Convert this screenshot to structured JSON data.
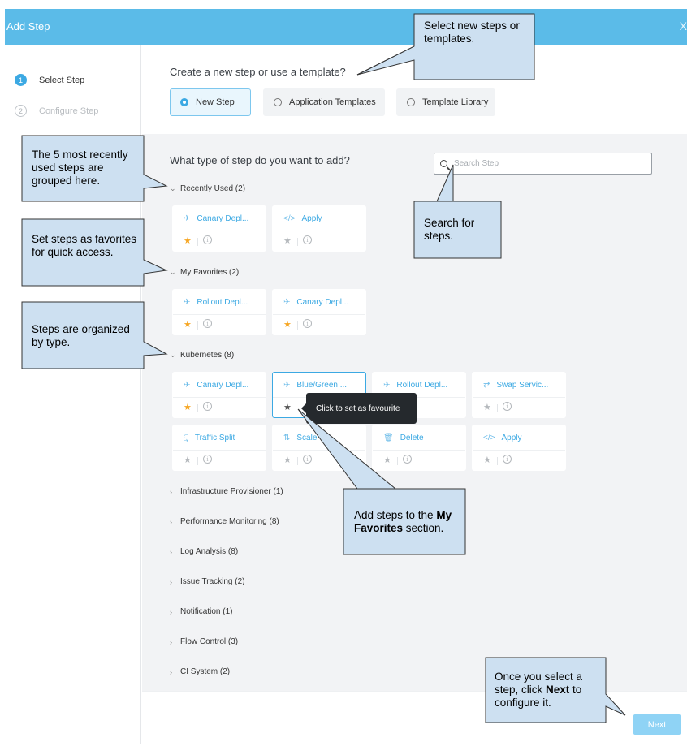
{
  "header": {
    "title": "Add Step",
    "close_glyph": "X"
  },
  "steps": [
    {
      "num": "1",
      "label": "Select Step",
      "active": true
    },
    {
      "num": "2",
      "label": "Configure Step",
      "active": false
    }
  ],
  "create": {
    "question": "Create a new step or use a template?",
    "options": [
      {
        "label": "New Step",
        "selected": true
      },
      {
        "label": "Application Templates",
        "selected": false
      },
      {
        "label": "Template Library",
        "selected": false
      }
    ]
  },
  "library": {
    "question": "What type of step do you want to add?",
    "search_placeholder": "Search Step",
    "sections": [
      {
        "title": "Recently Used (2)",
        "expanded": true
      },
      {
        "title": "My Favorites (2)",
        "expanded": true
      },
      {
        "title": "Kubernetes (8)",
        "expanded": true
      },
      {
        "title": "Infrastructure Provisioner (1)",
        "expanded": false
      },
      {
        "title": "Performance Monitoring (8)",
        "expanded": false
      },
      {
        "title": "Log Analysis (8)",
        "expanded": false
      },
      {
        "title": "Issue Tracking (2)",
        "expanded": false
      },
      {
        "title": "Notification (1)",
        "expanded": false
      },
      {
        "title": "Flow Control (3)",
        "expanded": false
      },
      {
        "title": "CI System (2)",
        "expanded": false
      }
    ],
    "recently_used": [
      {
        "name": "Canary Depl...",
        "icon": "canary-icon",
        "favorite": true
      },
      {
        "name": "Apply",
        "icon": "code-icon",
        "favorite": false
      }
    ],
    "my_favorites": [
      {
        "name": "Rollout Depl...",
        "icon": "rollout-icon",
        "favorite": true
      },
      {
        "name": "Canary Depl...",
        "icon": "canary-icon",
        "favorite": true
      }
    ],
    "kubernetes": [
      {
        "name": "Canary Depl...",
        "icon": "canary-icon",
        "favorite": true
      },
      {
        "name": "Blue/Green ...",
        "icon": "rollout-icon",
        "favorite": false
      },
      {
        "name": "Rollout Depl...",
        "icon": "rollout-icon",
        "favorite": false
      },
      {
        "name": "Swap Servic...",
        "icon": "swap-icon",
        "favorite": false
      },
      {
        "name": "Traffic Split",
        "icon": "split-icon",
        "favorite": false
      },
      {
        "name": "Scale",
        "icon": "scale-icon",
        "favorite": false
      },
      {
        "name": "Delete",
        "icon": "trash-icon",
        "favorite": false
      },
      {
        "name": "Apply",
        "icon": "code-icon",
        "favorite": false
      }
    ],
    "tooltip": "Click to set as favourite"
  },
  "footer": {
    "next_label": "Next"
  },
  "callouts": {
    "select_new": "Select new steps or templates.",
    "recent": "The 5 most recently used steps are grouped here.",
    "favorites": "Set steps as favorites for quick access.",
    "organized": "Steps are organized by type.",
    "search": "Search for steps.",
    "add_fav_pre": "Add steps to the ",
    "add_fav_bold": "My Favorites",
    "add_fav_post": " section.",
    "next_pre": "Once you select a step, click ",
    "next_bold": "Next",
    "next_post": " to configure it."
  },
  "colors": {
    "header": "#5bbbe8",
    "accent": "#3ca9e3",
    "favorite_star": "#f6a623",
    "callout_fill": "#cde0f1",
    "next_button": "#8fd3f5"
  }
}
